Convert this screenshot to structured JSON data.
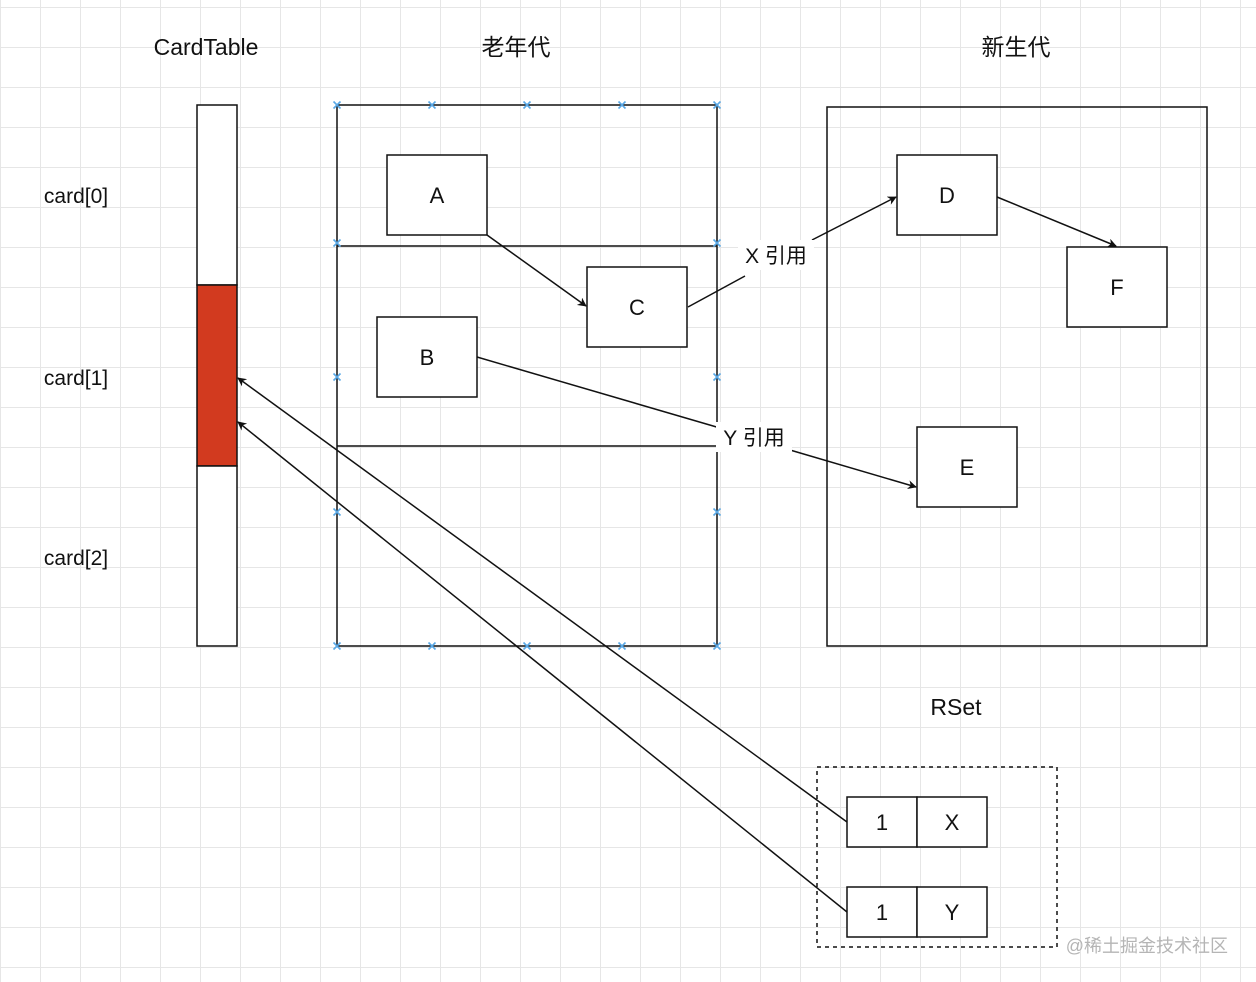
{
  "headings": {
    "card_table": "CardTable",
    "old_gen": "老年代",
    "young_gen": "新生代",
    "rset": "RSet"
  },
  "card_labels": [
    "card[0]",
    "card[1]",
    "card[2]"
  ],
  "cards": [
    {
      "label": "card[0]",
      "dirty": false
    },
    {
      "label": "card[1]",
      "dirty": true
    },
    {
      "label": "card[2]",
      "dirty": false
    }
  ],
  "objects": {
    "a": "A",
    "b": "B",
    "c": "C",
    "d": "D",
    "e": "E",
    "f": "F"
  },
  "edge_labels": {
    "x_ref": "X 引用",
    "y_ref": "Y 引用"
  },
  "rset_entries": [
    {
      "card": "1",
      "ref": "X"
    },
    {
      "card": "1",
      "ref": "Y"
    }
  ],
  "watermark": "@稀土掘金技术社区",
  "colors": {
    "dirty_card": "#d23a1f",
    "handle": "#5aa9e6",
    "line": "#111111"
  }
}
